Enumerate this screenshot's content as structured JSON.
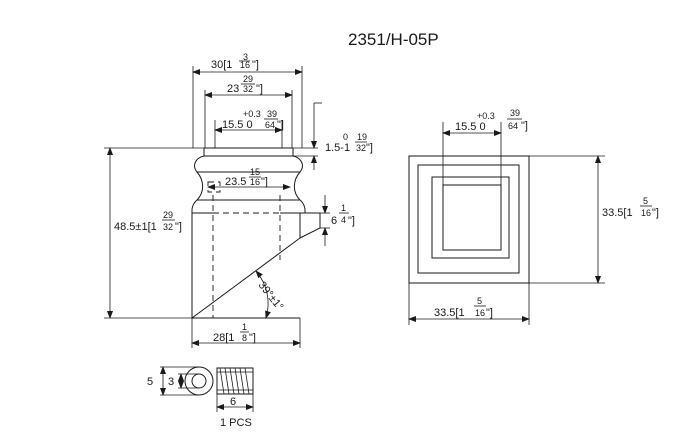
{
  "title": "2351/H-05P",
  "front_view": {
    "dim_top_width": {
      "main": "30[1",
      "frac_num": "3",
      "frac_den": "16",
      "close": "\"]"
    },
    "dim_mid_width": {
      "main": "23",
      "frac_num": "29",
      "frac_den": "32",
      "close": "\"]"
    },
    "dim_bore": {
      "main": "15.5 0",
      "tol": "+0.3",
      "frac_num": "39",
      "frac_den": "64",
      "close": "\"]"
    },
    "dim_collar": {
      "main": "1.5-1",
      "tol": "0",
      "frac_num": "19",
      "frac_den": "32",
      "close": "\"]"
    },
    "dim_neck": {
      "main": "23.5",
      "frac_num": "15",
      "frac_den": "16",
      "close": "\"]"
    },
    "dim_height": {
      "main": "48.5±1[1",
      "frac_num": "29",
      "frac_den": "32",
      "close": "\"]"
    },
    "dim_step": {
      "main": "6",
      "frac_num": "1",
      "frac_den": "4",
      "close": "\"]"
    },
    "dim_base": {
      "main": "28[1",
      "frac_num": "1",
      "frac_den": "8",
      "close": "\"]"
    },
    "angle": "39°±1°"
  },
  "top_view": {
    "dim_bore": {
      "main": "15.5 0",
      "tol": "+0.3",
      "frac_num": "39",
      "frac_den": "64",
      "close": "\"]"
    },
    "dim_height": {
      "main": "33.5[1",
      "frac_num": "5",
      "frac_den": "16",
      "close": "\"]"
    },
    "dim_width": {
      "main": "33.5[1",
      "frac_num": "5",
      "frac_den": "16",
      "close": "\"]"
    }
  },
  "screw": {
    "dim_outer": "5",
    "dim_inner": "3",
    "dim_length": "6",
    "caption": "1 PCS"
  }
}
